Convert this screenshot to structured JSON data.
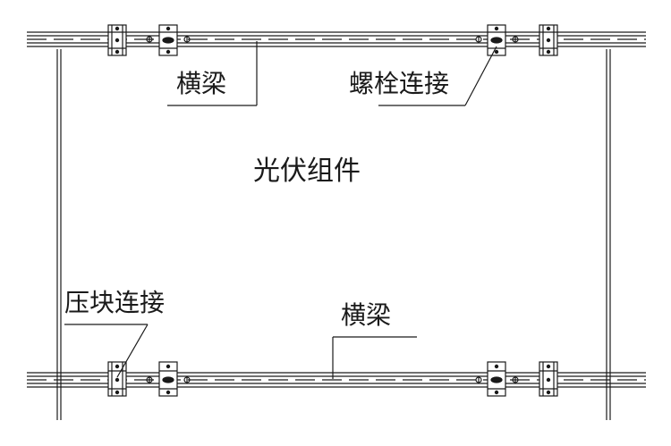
{
  "diagram": {
    "labels": {
      "beam_top": "横梁",
      "bolt_connection": "螺栓连接",
      "pv_module": "光伏组件",
      "clamp_connection": "压块连接",
      "beam_bottom": "横梁"
    },
    "colors": {
      "line": "#1a1a1a",
      "background": "#ffffff"
    }
  }
}
